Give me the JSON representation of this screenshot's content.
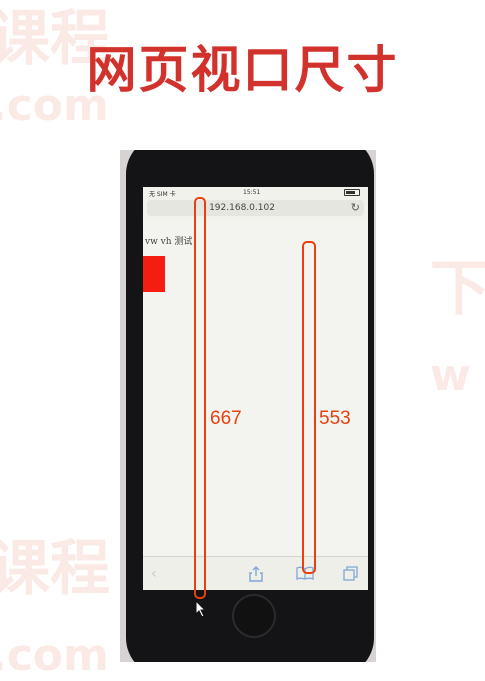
{
  "title": "网页视口尺寸",
  "status_bar": {
    "carrier": "无 SIM 卡",
    "time": "15:51"
  },
  "browser": {
    "url": "192.168.0.102",
    "reload_icon": "reload-icon"
  },
  "page": {
    "heading": "vw vh 测试"
  },
  "toolbar": [
    "back-icon",
    "share-icon",
    "bookmarks-icon",
    "tabs-icon"
  ],
  "annotations": {
    "full_height": "667",
    "viewport_height": "553"
  },
  "colors": {
    "title": "#d2322c",
    "annotation": "#e84010",
    "red_box": "#f51c12"
  }
}
